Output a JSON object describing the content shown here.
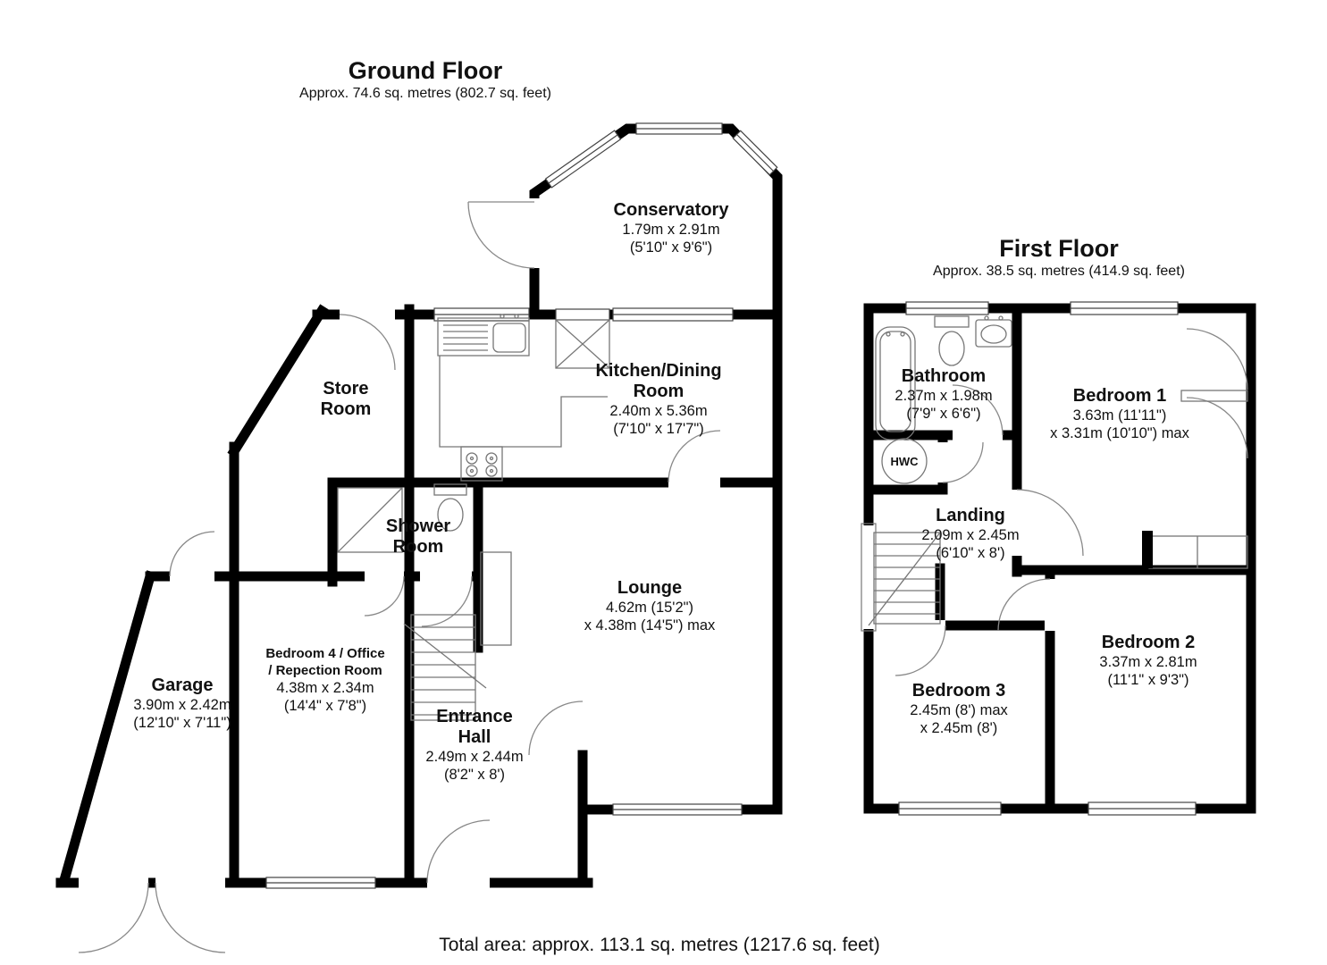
{
  "ground_floor": {
    "title": "Ground Floor",
    "subtitle": "Approx. 74.6 sq. metres (802.7 sq. feet)",
    "rooms": {
      "conservatory": {
        "name": "Conservatory",
        "line1": "1.79m x 2.91m",
        "line2": "(5'10\" x 9'6\")"
      },
      "store_room": {
        "name": "Store",
        "name2": "Room"
      },
      "kitchen": {
        "name": "Kitchen/Dining",
        "name2": "Room",
        "line1": "2.40m x 5.36m",
        "line2": "(7'10\" x 17'7\")"
      },
      "shower_room": {
        "name": "Shower",
        "name2": "Room"
      },
      "lounge": {
        "name": "Lounge",
        "line1": "4.62m (15'2\")",
        "line2": "x 4.38m (14'5\") max"
      },
      "garage": {
        "name": "Garage",
        "line1": "3.90m x 2.42m",
        "line2": "(12'10\" x 7'11\")"
      },
      "bedroom4": {
        "name": "Bedroom 4 / Office",
        "name2": "/ Repection Room",
        "line1": "4.38m x 2.34m",
        "line2": "(14'4\" x 7'8\")"
      },
      "entrance_hall": {
        "name": "Entrance",
        "name2": "Hall",
        "line1": "2.49m x 2.44m",
        "line2": "(8'2\" x 8')"
      }
    }
  },
  "first_floor": {
    "title": "First Floor",
    "subtitle": "Approx. 38.5 sq. metres (414.9 sq. feet)",
    "hwc_label": "HWC",
    "rooms": {
      "bathroom": {
        "name": "Bathroom",
        "line1": "2.37m x 1.98m",
        "line2": "(7'9\" x 6'6\")"
      },
      "bedroom1": {
        "name": "Bedroom 1",
        "line1": "3.63m (11'11\")",
        "line2": "x 3.31m (10'10\") max"
      },
      "landing": {
        "name": "Landing",
        "line1": "2.09m x 2.45m",
        "line2": "(6'10\" x 8')"
      },
      "bedroom2": {
        "name": "Bedroom 2",
        "line1": "3.37m x 2.81m",
        "line2": "(11'1\" x 9'3\")"
      },
      "bedroom3": {
        "name": "Bedroom 3",
        "line1": "2.45m (8') max",
        "line2": "x 2.45m (8')"
      }
    }
  },
  "footer": {
    "total_area": "Total area: approx. 113.1 sq. metres (1217.6 sq. feet)"
  },
  "colors": {
    "wall": "#000000",
    "fixture": "#777777",
    "background": "#ffffff"
  }
}
